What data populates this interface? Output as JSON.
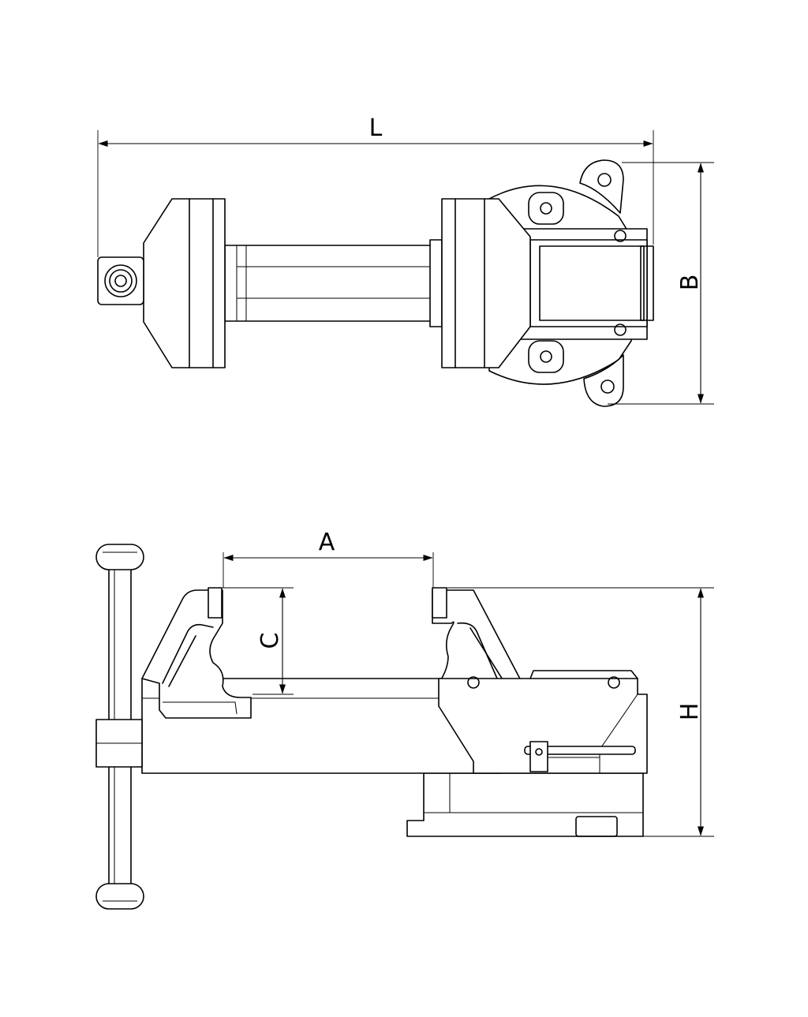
{
  "colors": {
    "line": "#000000",
    "background": "#ffffff"
  },
  "dimensions": {
    "L": "L",
    "B": "B",
    "A": "A",
    "C": "C",
    "H": "H"
  }
}
